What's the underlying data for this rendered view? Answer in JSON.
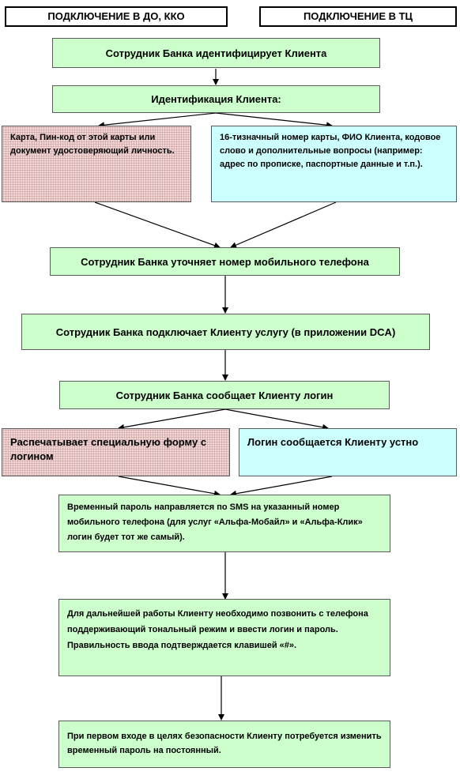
{
  "headers": {
    "left": "ПОДКЛЮЧЕНИЕ В ДО, ККО",
    "right": "ПОДКЛЮЧЕНИЕ В ТЦ"
  },
  "steps": {
    "identify": "Сотрудник Банка идентифицирует Клиента",
    "identification": "Идентификация Клиента:",
    "option_card": "Карта, Пин-код от этой карты или документ удостоверяющий личность.",
    "option_card_number": "16-тизначный номер карты, ФИО Клиента, кодовое слово и дополнительные вопросы (например: адрес по прописке, паспортные данные и т.п.).",
    "clarify_phone": "Сотрудник Банка уточняет номер мобильного телефона",
    "connect_service": "Сотрудник Банка подключает Клиенту услугу (в приложении DCA)",
    "tell_login": "Сотрудник Банка сообщает Клиенту логин",
    "print_form": "Распечатывает специальную форму с логином",
    "login_verbal": "Логин сообщается Клиенту устно",
    "temp_password": "Временный пароль направляется по SMS на указанный номер мобильного телефона (для услуг «Альфа-Мобайл» и «Альфа-Клик» логин будет тот же самый).",
    "call_phone": "Для дальнейшей работы Клиенту необходимо позвонить с телефона поддерживающий тональный режим и ввести логин и пароль. Правильность ввода подтверждается клавишей «#».",
    "first_login": "При первом входе в целях безопасности Клиенту потребуется изменить временный пароль на постоянный."
  }
}
